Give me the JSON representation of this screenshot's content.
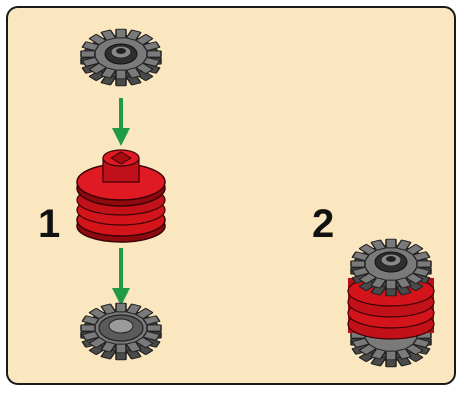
{
  "steps": [
    {
      "number": "1",
      "parts": [
        "gear-top",
        "arrow-down",
        "red-spool",
        "arrow-down",
        "gear-bottom"
      ]
    },
    {
      "number": "2",
      "parts": [
        "assembled-gear-spool"
      ]
    }
  ],
  "colors": {
    "panel_background": "#fbe7bf",
    "panel_border": "#1a1a1a",
    "gear_gray": "#6b6b6b",
    "gear_dark": "#3a3a3a",
    "spool_red": "#d3141b",
    "spool_dark_red": "#8e0a0f",
    "arrow_green": "#1f9a45"
  }
}
